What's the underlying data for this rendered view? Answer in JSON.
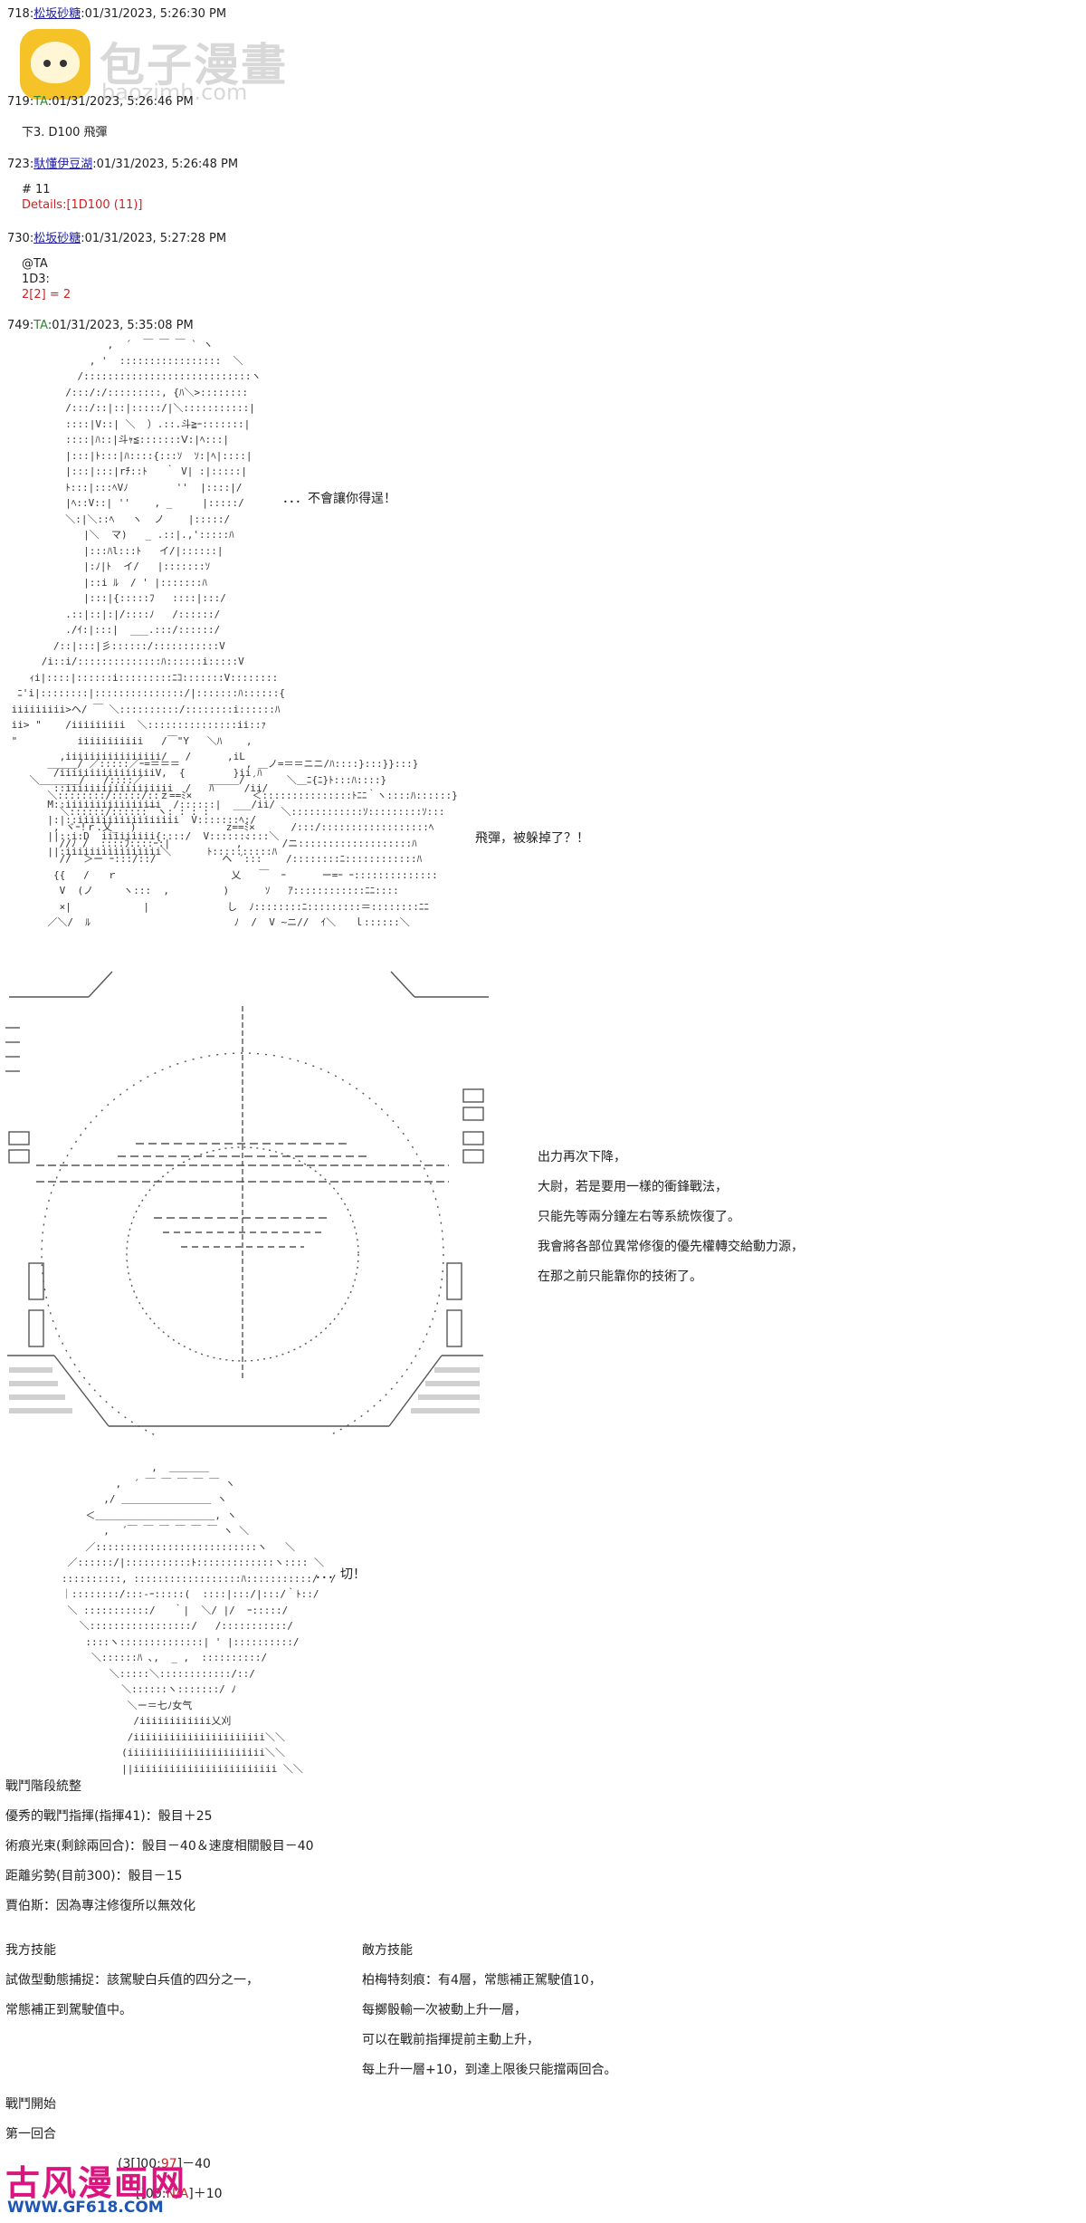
{
  "watermark_top": {
    "title": "包子漫畫",
    "url": "baozimh.com"
  },
  "watermark_bottom": {
    "title": "古风漫画网",
    "url": "WWW.GF618.COM"
  },
  "posts": [
    {
      "num": "718:",
      "name": "松坂砂糖",
      "date": ":01/31/2023, 5:26:30 PM"
    },
    {
      "num": "719:",
      "name": "TA",
      "date": ":01/31/2023, 5:26:46 PM",
      "body": "下3. D100 飛彈"
    },
    {
      "num": "723:",
      "name": "馱懂伊豆湖",
      "date": ":01/31/2023, 5:26:48 PM",
      "body": "# 11",
      "detail": "Details:[1D100 (11)]"
    },
    {
      "num": "730:",
      "name": "松坂砂糖",
      "date": ":01/31/2023, 5:27:28 PM",
      "body1": "@TA",
      "body2": "1D3:",
      "result": "2[2] = 2"
    },
    {
      "num": "749:",
      "name": "TA",
      "date": ":01/31/2023, 5:35:08 PM"
    }
  ],
  "speech": {
    "s1": "．．．不會讓你得逞！",
    "s2": "飛彈，被躲掉了？！",
    "s3": [
      "出力再次下降，",
      "大尉，若是要用一樣的衝鋒戰法，",
      "只能先等兩分鐘左右等系統恢復了。",
      "我會將各部位異常修復的優先權轉交給動力源，",
      "在那之前只能靠你的技術了。"
    ],
    "s4": "．．．切！"
  },
  "battle": {
    "heading": "戰鬥階段統整",
    "lines": [
      "優秀的戰鬥指揮(指揮41)：骰目＋25",
      "術痕光束(剩餘兩回合)：骰目－40＆速度相關骰目－40",
      "距離劣勢(目前300)：骰目－15",
      "賈伯斯：因為專注修復所以無效化"
    ],
    "our_title": "我方技能",
    "our_lines": [
      "試做型動態捕捉：該駕駛白兵值的四分之一，",
      "常態補正到駕駛值中。"
    ],
    "enemy_title": "敵方技能",
    "enemy_lines": [
      "柏梅特刻痕：有4層，常態補正駕駛值10，",
      "每擲骰輸一次被動上升一層，",
      "可以在戰前指揮提前主動上升，",
      "每上升一層+10，到達上限後只能擋兩回合。"
    ],
    "start": "戰鬥開始",
    "round": "第一回合",
    "r1_a": "(3[",
    "r1_a_mid": "]00:",
    "r1_a_val": "97",
    "r1_a_end": "]－40",
    "r1_b": "[",
    "r1_b_mid": "]00:",
    "r1_b_val": "N/A",
    "r1_b_end": "]＋10"
  }
}
